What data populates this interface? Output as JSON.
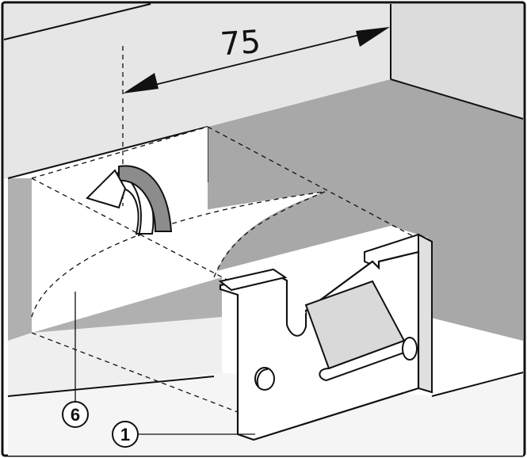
{
  "dimension": {
    "value": "75"
  },
  "callouts": [
    {
      "label": "6"
    },
    {
      "label": "1"
    }
  ],
  "colors": {
    "outline": "#111111",
    "wall_light": "#e6e6e6",
    "wall_dark": "#a8a8a8",
    "floor": "#f2f2f2",
    "cutout": "#ffffff",
    "bracket": "#ffffff",
    "bracket_shade": "#d9d9d9"
  },
  "icons": {
    "rotation_arrow": "curved-rotation-arrow-icon",
    "dimension_arrows": "double-headed-arrow-icon"
  }
}
